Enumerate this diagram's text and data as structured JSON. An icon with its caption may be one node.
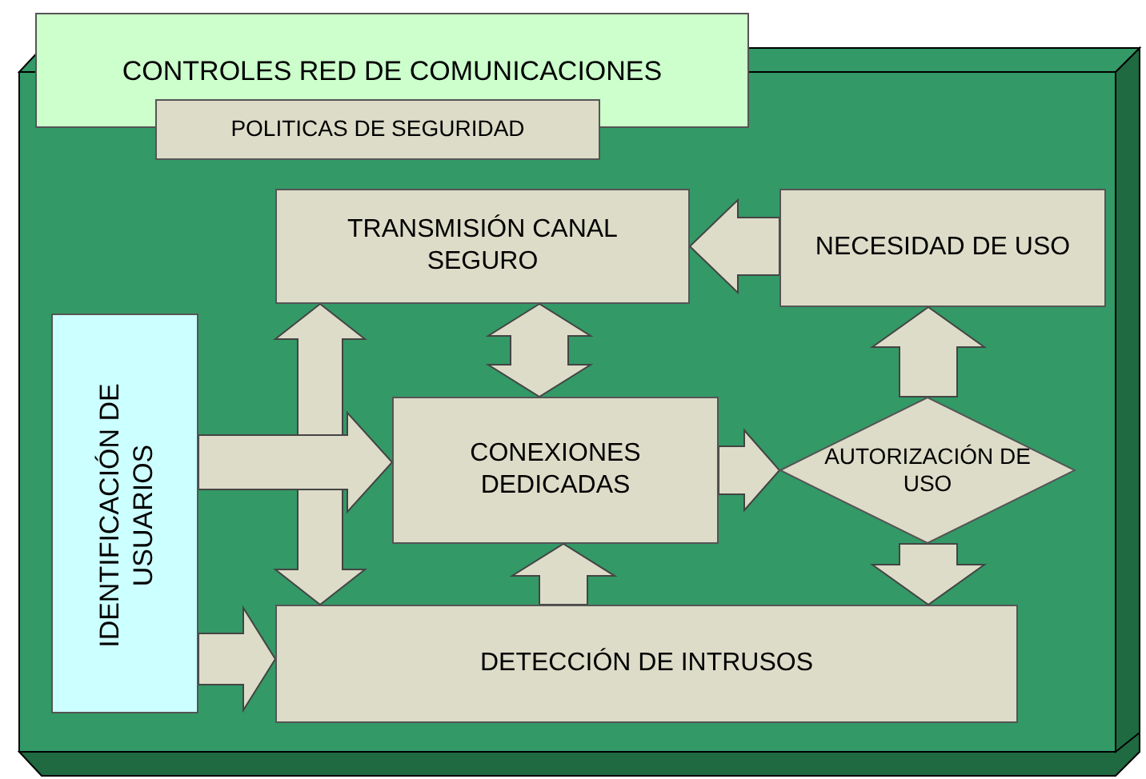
{
  "diagram": {
    "nodes": [
      {
        "text": [
          "CONTROLES RED DE COMUNICACIONES"
        ]
      },
      {
        "text": [
          "POLITICAS DE SEGURIDAD"
        ]
      },
      {
        "text": [
          "TRANSMISIÓN CANAL SEGURO"
        ]
      },
      {
        "text": [
          "NECESIDAD DE USO"
        ]
      },
      {
        "text": [
          "IDENTIFICACIÓN DE USUARIOS"
        ]
      },
      {
        "text": [
          "CONEXIONES DEDICADAS"
        ]
      },
      {
        "text": [
          "AUTORIZACIÓN DE USO"
        ]
      },
      {
        "text": [
          "DETECCIÓN DE INTRUSOS"
        ]
      }
    ],
    "edges": [
      {
        "from": 3,
        "to": 2,
        "arrow": "to"
      },
      {
        "from": 2,
        "to": 5,
        "arrow": "both"
      },
      {
        "from": 2,
        "to": 7,
        "arrow": "both"
      },
      {
        "from": 4,
        "to": 5,
        "arrow": "to"
      },
      {
        "from": 4,
        "to": 7,
        "arrow": "to"
      },
      {
        "from": 5,
        "to": 6,
        "arrow": "to"
      },
      {
        "from": 6,
        "to": 3,
        "arrow": "to"
      },
      {
        "from": 6,
        "to": 7,
        "arrow": "to"
      },
      {
        "from": 7,
        "to": 5,
        "arrow": "to"
      }
    ]
  }
}
